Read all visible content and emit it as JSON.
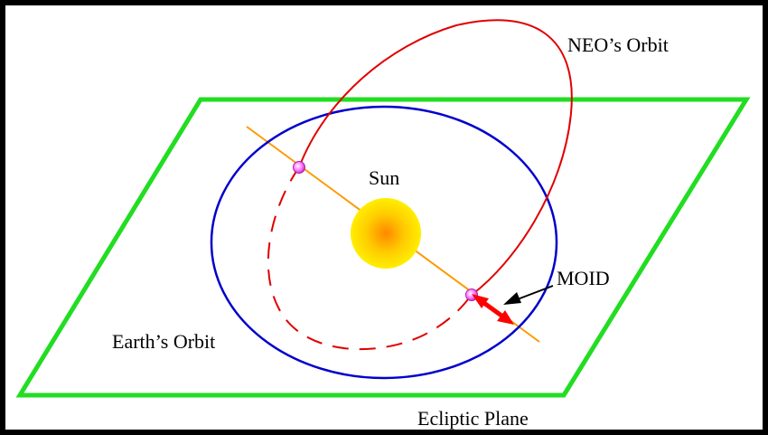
{
  "labels": {
    "neo_orbit": "NEO’s Orbit",
    "sun": "Sun",
    "moid": "MOID",
    "earth_orbit": "Earth’s Orbit",
    "ecliptic_plane": "Ecliptic Plane"
  },
  "colors": {
    "border": "#000000",
    "ecliptic_plane": "#22dd22",
    "earth_orbit": "#0000cc",
    "neo_orbit": "#e00000",
    "line_of_nodes": "#ff9900",
    "node_marker": "#ff66ff",
    "moid_arrow": "#ff0000",
    "pointer_arrow": "#000000",
    "sun_core": "#ff9900",
    "sun_edge": "#ffee00"
  }
}
